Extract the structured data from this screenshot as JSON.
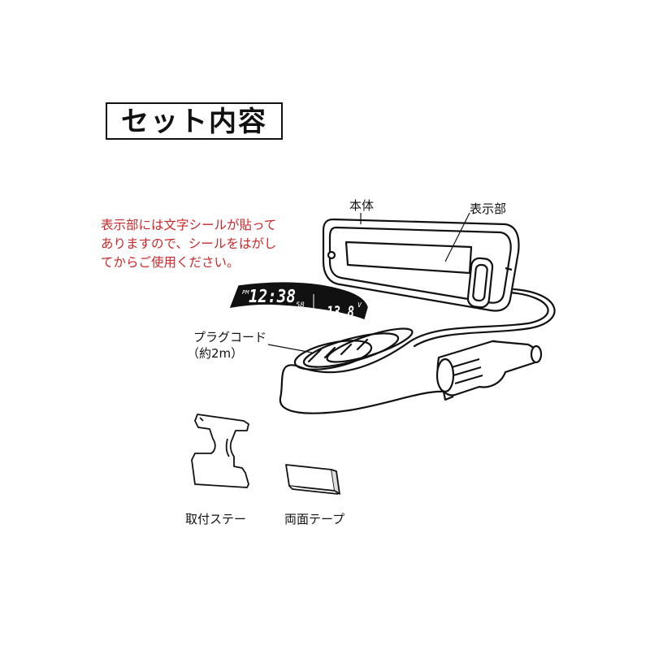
{
  "title": "セット内容",
  "labels": {
    "main_unit": "本体",
    "display": "表示部",
    "plug_cord_line1": "プラグコード",
    "plug_cord_line2": "（約2m）",
    "mounting_stay": "取付ステー",
    "double_sided_tape": "両面テープ"
  },
  "note": [
    "表示部には文字シールが貼って",
    "ありますので、シールをはがし",
    "てからご使用ください。"
  ],
  "display_sticker": {
    "time_prefix": "PM",
    "time": "12:38",
    "seconds": "58",
    "voltage": "13.8",
    "voltage_unit": "V"
  },
  "colors": {
    "note_text": "#c8282a",
    "line_art": "#111111"
  }
}
